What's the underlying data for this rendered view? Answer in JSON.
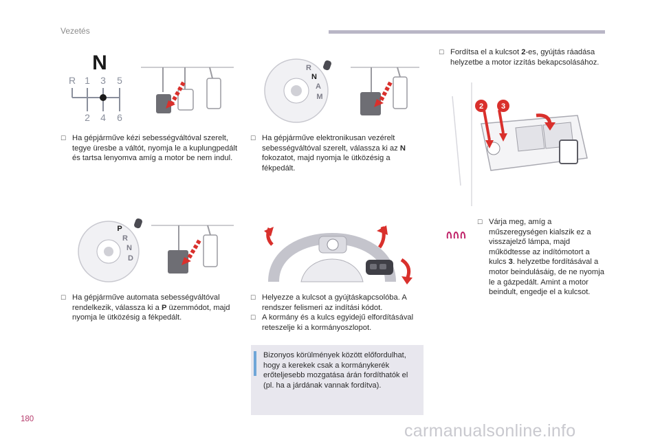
{
  "header": {
    "section": "Vezetés"
  },
  "page_number": "180",
  "watermark": "carmanualsonline.info",
  "colors": {
    "accent": "#b53a6b",
    "header_bar": "#b9b6c6",
    "arrow_red": "#d9302c",
    "info_bg": "#e8e7ee",
    "info_bar": "#6fa6d8"
  },
  "manual_gearbox": {
    "neutral_letter": "N",
    "top_row": [
      "R",
      "1",
      "3",
      "5"
    ],
    "bottom_row": [
      "2",
      "4",
      "6"
    ],
    "bullet": "Ha gépjárműve kézi sebességváltóval szerelt, tegye üresbe a váltót, nyomja le a kuplungpedált és tartsa lenyomva amíg a motor be nem indul."
  },
  "electronic_gearbox": {
    "selector_letters": [
      "R",
      "N",
      "A",
      "M"
    ],
    "bullet_pre": "Ha gépjárműve elektronikusan vezérelt sebességváltóval szerelt, válassza ki az ",
    "bullet_bold": "N",
    "bullet_post": " fokozatot, majd nyomja le ütközésig a fékpedált."
  },
  "automatic_gearbox": {
    "selector_letters": [
      "P",
      "R",
      "N",
      "D"
    ],
    "bullet_pre": "Ha gépjárműve automata sebességváltóval rendelkezik, válassza ki a ",
    "bullet_bold": "P",
    "bullet_post": " üzemmódot, majd nyomja le ütközésig a fékpedált."
  },
  "key_insertion": {
    "bullets": [
      "Helyezze a kulcsot a gyújtáskapcsolóba. A rendszer felismeri az indítási kódot.",
      "A kormány és a kulcs egyidejű elfordításával reteszelje ki a kormányoszlopot."
    ]
  },
  "info_box": {
    "text": "Bizonyos körülmények között előfordulhat, hogy a kerekek csak a kormánykerék erőteljesebb mozgatása árán fordíthatók el (pl. ha a járdának vannak fordítva)."
  },
  "key_turn": {
    "badges": [
      "2",
      "3"
    ],
    "bullet_pre": "Fordítsa el a kulcsot ",
    "bullet_bold": "2",
    "bullet_post": "-es, gyújtás ráadása helyzetbe a motor izzítás bekapcsolásához."
  },
  "wait_step": {
    "icon": "preheat-coil-icon",
    "text_pre": "Várja meg, amíg a műszeregységen kialszik ez a visszajelző lámpa, majd működtesse az indítómotort a kulcs ",
    "text_bold": "3",
    "text_post": ". helyzetbe fordításával a motor beindulásáig, de ne nyomja le a gázpedált. Amint a motor beindult, engedje el a kulcsot."
  }
}
